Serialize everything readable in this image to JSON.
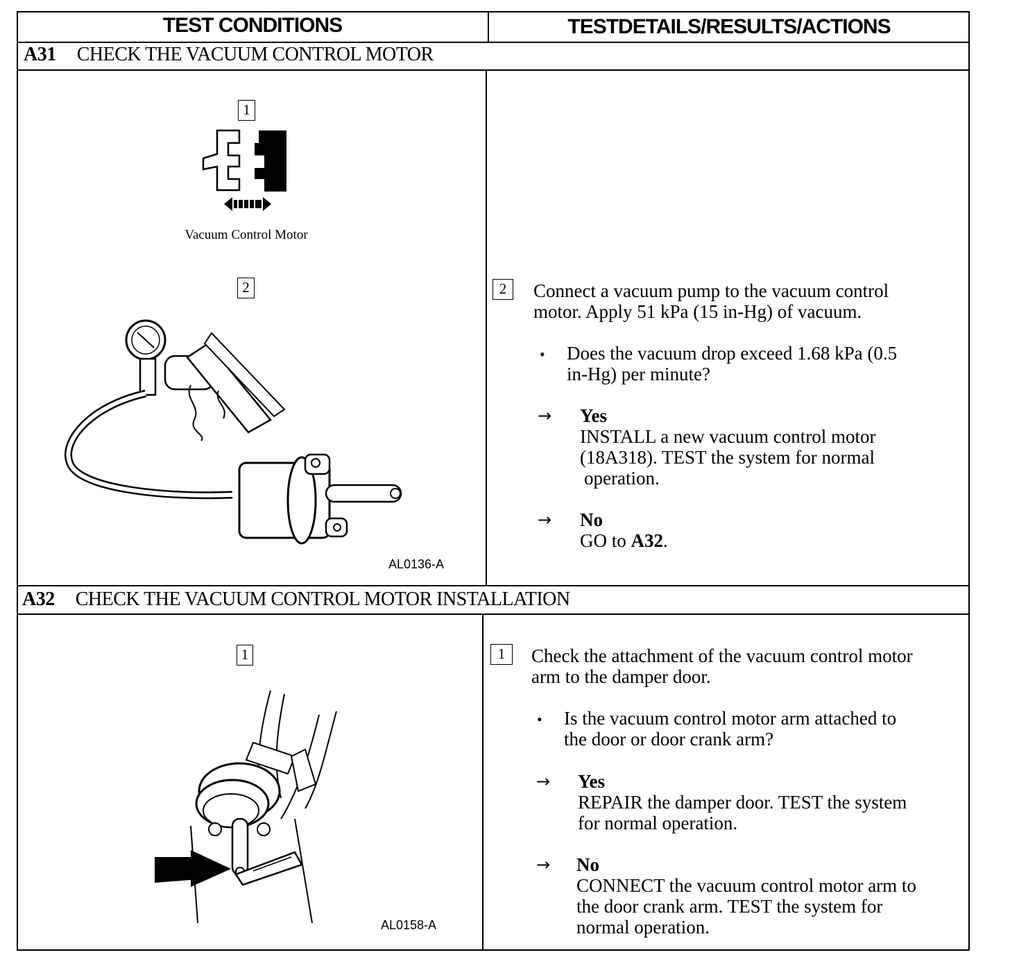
{
  "header": {
    "left": "TEST CONDITIONS",
    "right": "TESTDETAILS/RESULTS/ACTIONS"
  },
  "a31": {
    "code": "A31",
    "title": "CHECK THE VACUUM CONTROL MOTOR",
    "step1_label": "1",
    "fig1_caption": "Vacuum Control Motor",
    "step2_label": "2",
    "fig_code": "AL0136-A",
    "detail": {
      "step_label": "2",
      "instruction_line1": "Connect a vacuum pump to the vacuum control",
      "instruction_line2": "motor. Apply 51 kPa (15 in-Hg) of vacuum.",
      "question_line1": "Does the vacuum drop exceed 1.68 kPa (0.5",
      "question_line2": "in-Hg) per minute?",
      "yes_label": "Yes",
      "yes_line1": "INSTALL a new vacuum control motor",
      "yes_line2": "(18A318). TEST the system  for normal",
      "yes_line3": "operation.",
      "no_label": "No",
      "no_text": "GO to ",
      "no_ref": "A32",
      "no_end": "."
    }
  },
  "a32": {
    "code": "A32",
    "title": "CHECK THE VACUUM CONTROL MOTOR INSTALLATION",
    "step1_label": "1",
    "fig_code": "AL0158-A",
    "detail": {
      "step_label": "1",
      "instruction_line1": "Check the attachment of the vacuum control motor",
      "instruction_line2": "arm to the damper door.",
      "question_line1": "Is the vacuum control motor arm attached to",
      "question_line2": "the door or door crank arm?",
      "yes_label": "Yes",
      "yes_line1": "REPAIR the damper door. TEST the system",
      "yes_line2": "for normal operation.",
      "no_label": "No",
      "no_line1": "CONNECT the vacuum control motor arm to",
      "no_line2": "the door crank arm. TEST the system for",
      "no_line3": "normal operation."
    }
  },
  "symbols": {
    "bullet": "•",
    "arrow": "→"
  }
}
